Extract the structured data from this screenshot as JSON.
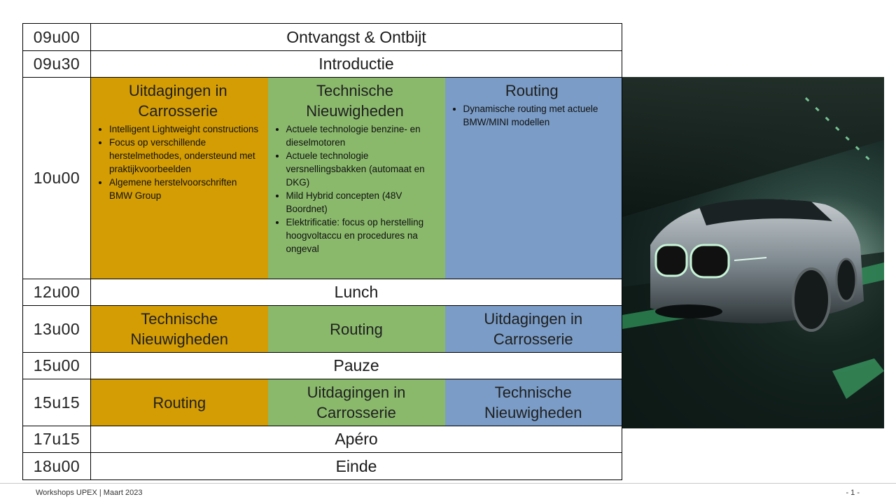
{
  "agenda": {
    "r1": {
      "time": "09u00",
      "label": "Ontvangst & Ontbijt"
    },
    "r2": {
      "time": "09u30",
      "label": "Introductie"
    },
    "r3": {
      "time": "10u00",
      "col1": {
        "title_l1": "Uitdagingen in",
        "title_l2": "Carrosserie",
        "bullets": [
          "Intelligent Lightweight constructions",
          "Focus op verschillende herstelmethodes, ondersteund met praktijkvoorbeelden",
          "Algemene herstelvoorschriften BMW Group"
        ]
      },
      "col2": {
        "title_l1": "Technische",
        "title_l2": "Nieuwigheden",
        "bullets": [
          "Actuele technologie benzine- en dieselmotoren",
          "Actuele technologie versnellingsbakken (automaat en DKG)",
          "Mild Hybrid concepten (48V Boordnet)",
          "Elektrificatie: focus op herstelling hoogvoltaccu en procedures na ongeval"
        ]
      },
      "col3": {
        "title_l1": "Routing",
        "bullets": [
          "Dynamische routing met actuele BMW/MINI modellen"
        ]
      }
    },
    "r4": {
      "time": "12u00",
      "label": "Lunch"
    },
    "r5": {
      "time": "13u00",
      "col1": {
        "l1": "Technische",
        "l2": "Nieuwigheden"
      },
      "col2": {
        "l1": "Routing"
      },
      "col3": {
        "l1": "Uitdagingen in",
        "l2": "Carrosserie"
      }
    },
    "r6": {
      "time": "15u00",
      "label": "Pauze"
    },
    "r7": {
      "time": "15u15",
      "col1": {
        "l1": "Routing"
      },
      "col2": {
        "l1": "Uitdagingen in",
        "l2": "Carrosserie"
      },
      "col3": {
        "l1": "Technische",
        "l2": "Nieuwigheden"
      }
    },
    "r8": {
      "time": "17u15",
      "label": "Apéro"
    },
    "r9": {
      "time": "18u00",
      "label": "Einde"
    }
  },
  "colors": {
    "orange": "#d49d03",
    "green": "#8ab96c",
    "blue": "#7a9cc6"
  },
  "footer": {
    "left": "Workshops UPEX | Maart 2023",
    "right": "- 1 -"
  }
}
